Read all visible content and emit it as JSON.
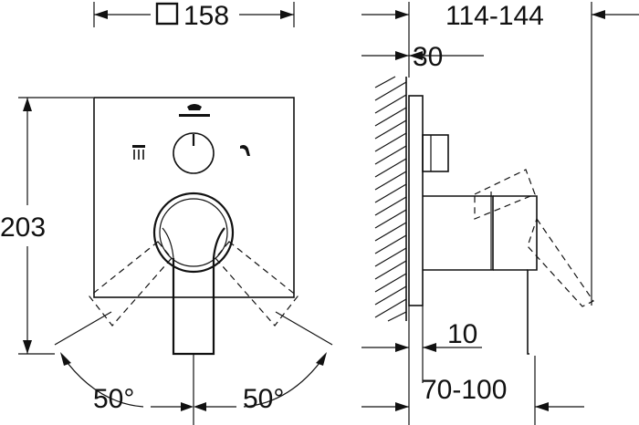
{
  "dimensions": {
    "plate_width": "158",
    "plate_height": "203",
    "depth_range": "114-144",
    "wall_offset": "30",
    "thickness": "10",
    "install_range": "70-100",
    "angle_left": "50°",
    "angle_right": "50°"
  },
  "icons": {
    "square_symbol": "square-icon",
    "brand_logo": "grohe-logo-icon",
    "shower_symbol": "shower-icon",
    "spout_symbol": "spout-icon"
  }
}
